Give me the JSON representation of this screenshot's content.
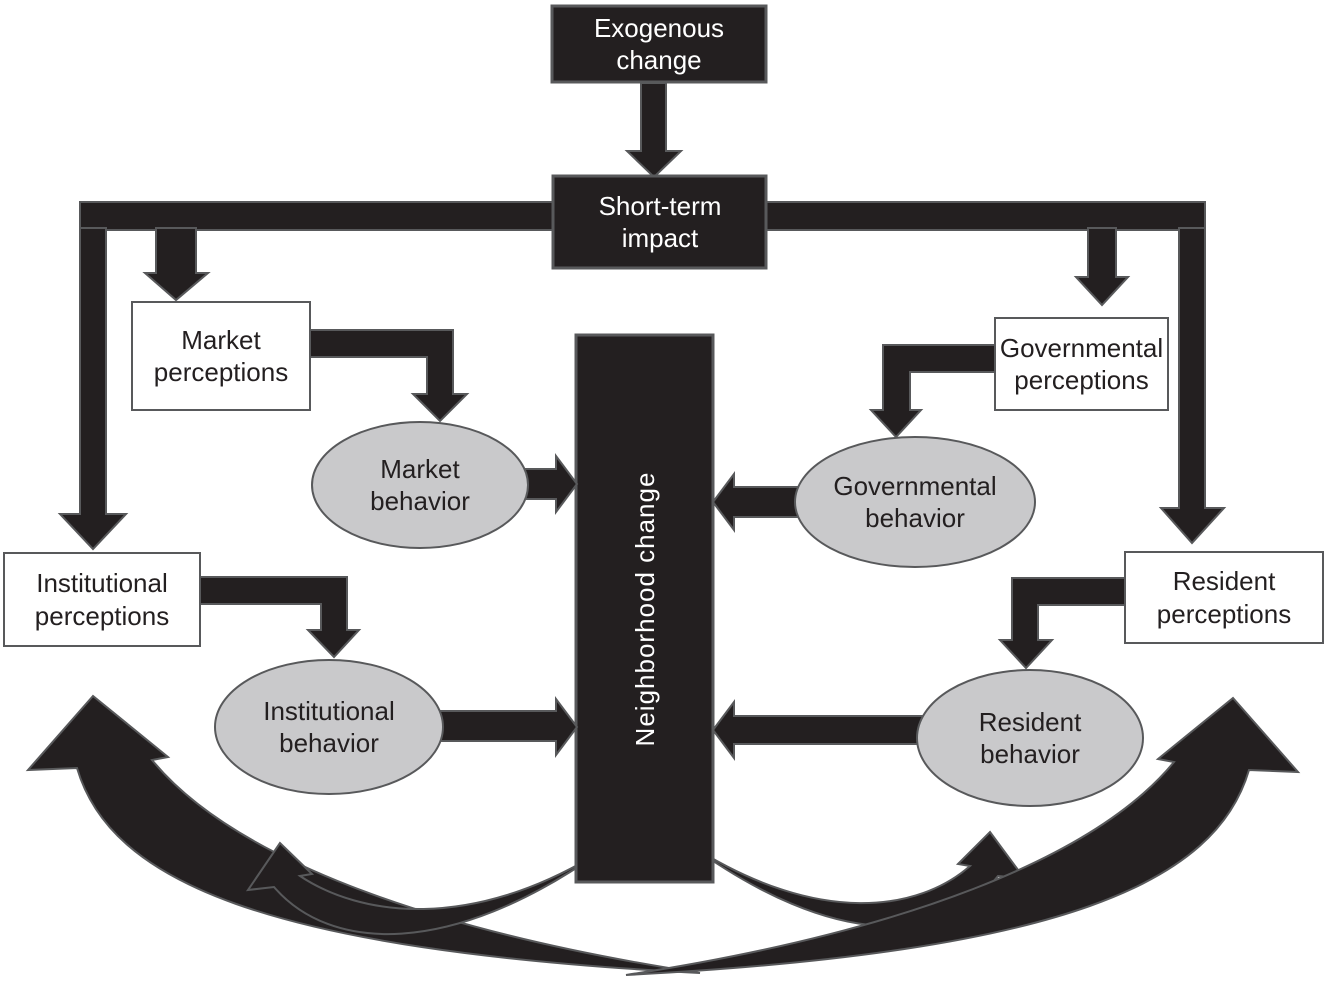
{
  "diagram": {
    "nodes": {
      "exogenous_change": {
        "label": "Exogenous change",
        "shape": "rect-dark"
      },
      "short_term_impact": {
        "label": "Short-term impact",
        "shape": "rect-dark"
      },
      "neighborhood_change": {
        "label": "Neighborhood change",
        "shape": "rect-dark-vertical"
      },
      "market_perceptions": {
        "label": "Market perceptions",
        "shape": "rect-light"
      },
      "institutional_perceptions": {
        "label": "Institutional perceptions",
        "shape": "rect-light"
      },
      "governmental_perceptions": {
        "label": "Governmental perceptions",
        "shape": "rect-light"
      },
      "resident_perceptions": {
        "label": "Resident perceptions",
        "shape": "rect-light"
      },
      "market_behavior": {
        "label": "Market behavior",
        "shape": "ellipse-gray"
      },
      "institutional_behavior": {
        "label": "Institutional behavior",
        "shape": "ellipse-gray"
      },
      "governmental_behavior": {
        "label": "Governmental behavior",
        "shape": "ellipse-gray"
      },
      "resident_behavior": {
        "label": "Resident behavior",
        "shape": "ellipse-gray"
      }
    },
    "edges": [
      {
        "from": "exogenous_change",
        "to": "short_term_impact",
        "style": "straight-arrow"
      },
      {
        "from": "short_term_impact",
        "to": "market_perceptions",
        "style": "elbow-arrow"
      },
      {
        "from": "short_term_impact",
        "to": "institutional_perceptions",
        "style": "elbow-arrow"
      },
      {
        "from": "short_term_impact",
        "to": "governmental_perceptions",
        "style": "elbow-arrow"
      },
      {
        "from": "short_term_impact",
        "to": "resident_perceptions",
        "style": "elbow-arrow"
      },
      {
        "from": "market_perceptions",
        "to": "market_behavior",
        "style": "elbow-arrow"
      },
      {
        "from": "institutional_perceptions",
        "to": "institutional_behavior",
        "style": "elbow-arrow"
      },
      {
        "from": "governmental_perceptions",
        "to": "governmental_behavior",
        "style": "elbow-arrow"
      },
      {
        "from": "resident_perceptions",
        "to": "resident_behavior",
        "style": "elbow-arrow"
      },
      {
        "from": "market_behavior",
        "to": "neighborhood_change",
        "style": "straight-arrow"
      },
      {
        "from": "institutional_behavior",
        "to": "neighborhood_change",
        "style": "straight-arrow"
      },
      {
        "from": "governmental_behavior",
        "to": "neighborhood_change",
        "style": "straight-arrow"
      },
      {
        "from": "resident_behavior",
        "to": "neighborhood_change",
        "style": "straight-arrow"
      },
      {
        "from": "neighborhood_change",
        "to": "",
        "style": "feedback-curve",
        "direction": "up-left-outer"
      },
      {
        "from": "neighborhood_change",
        "to": "",
        "style": "feedback-curve",
        "direction": "up-left-inner"
      },
      {
        "from": "neighborhood_change",
        "to": "",
        "style": "feedback-curve",
        "direction": "up-right-inner"
      },
      {
        "from": "neighborhood_change",
        "to": "",
        "style": "feedback-curve",
        "direction": "up-right-outer"
      }
    ],
    "colors": {
      "node_dark_fill": "#231f20",
      "node_light_fill": "#ffffff",
      "ellipse_fill": "#c9c9cb",
      "outline": "#58595b",
      "arrow_fill": "#231f20",
      "text_dark": "#231f20",
      "text_light": "#ffffff",
      "background": "#ffffff"
    }
  }
}
